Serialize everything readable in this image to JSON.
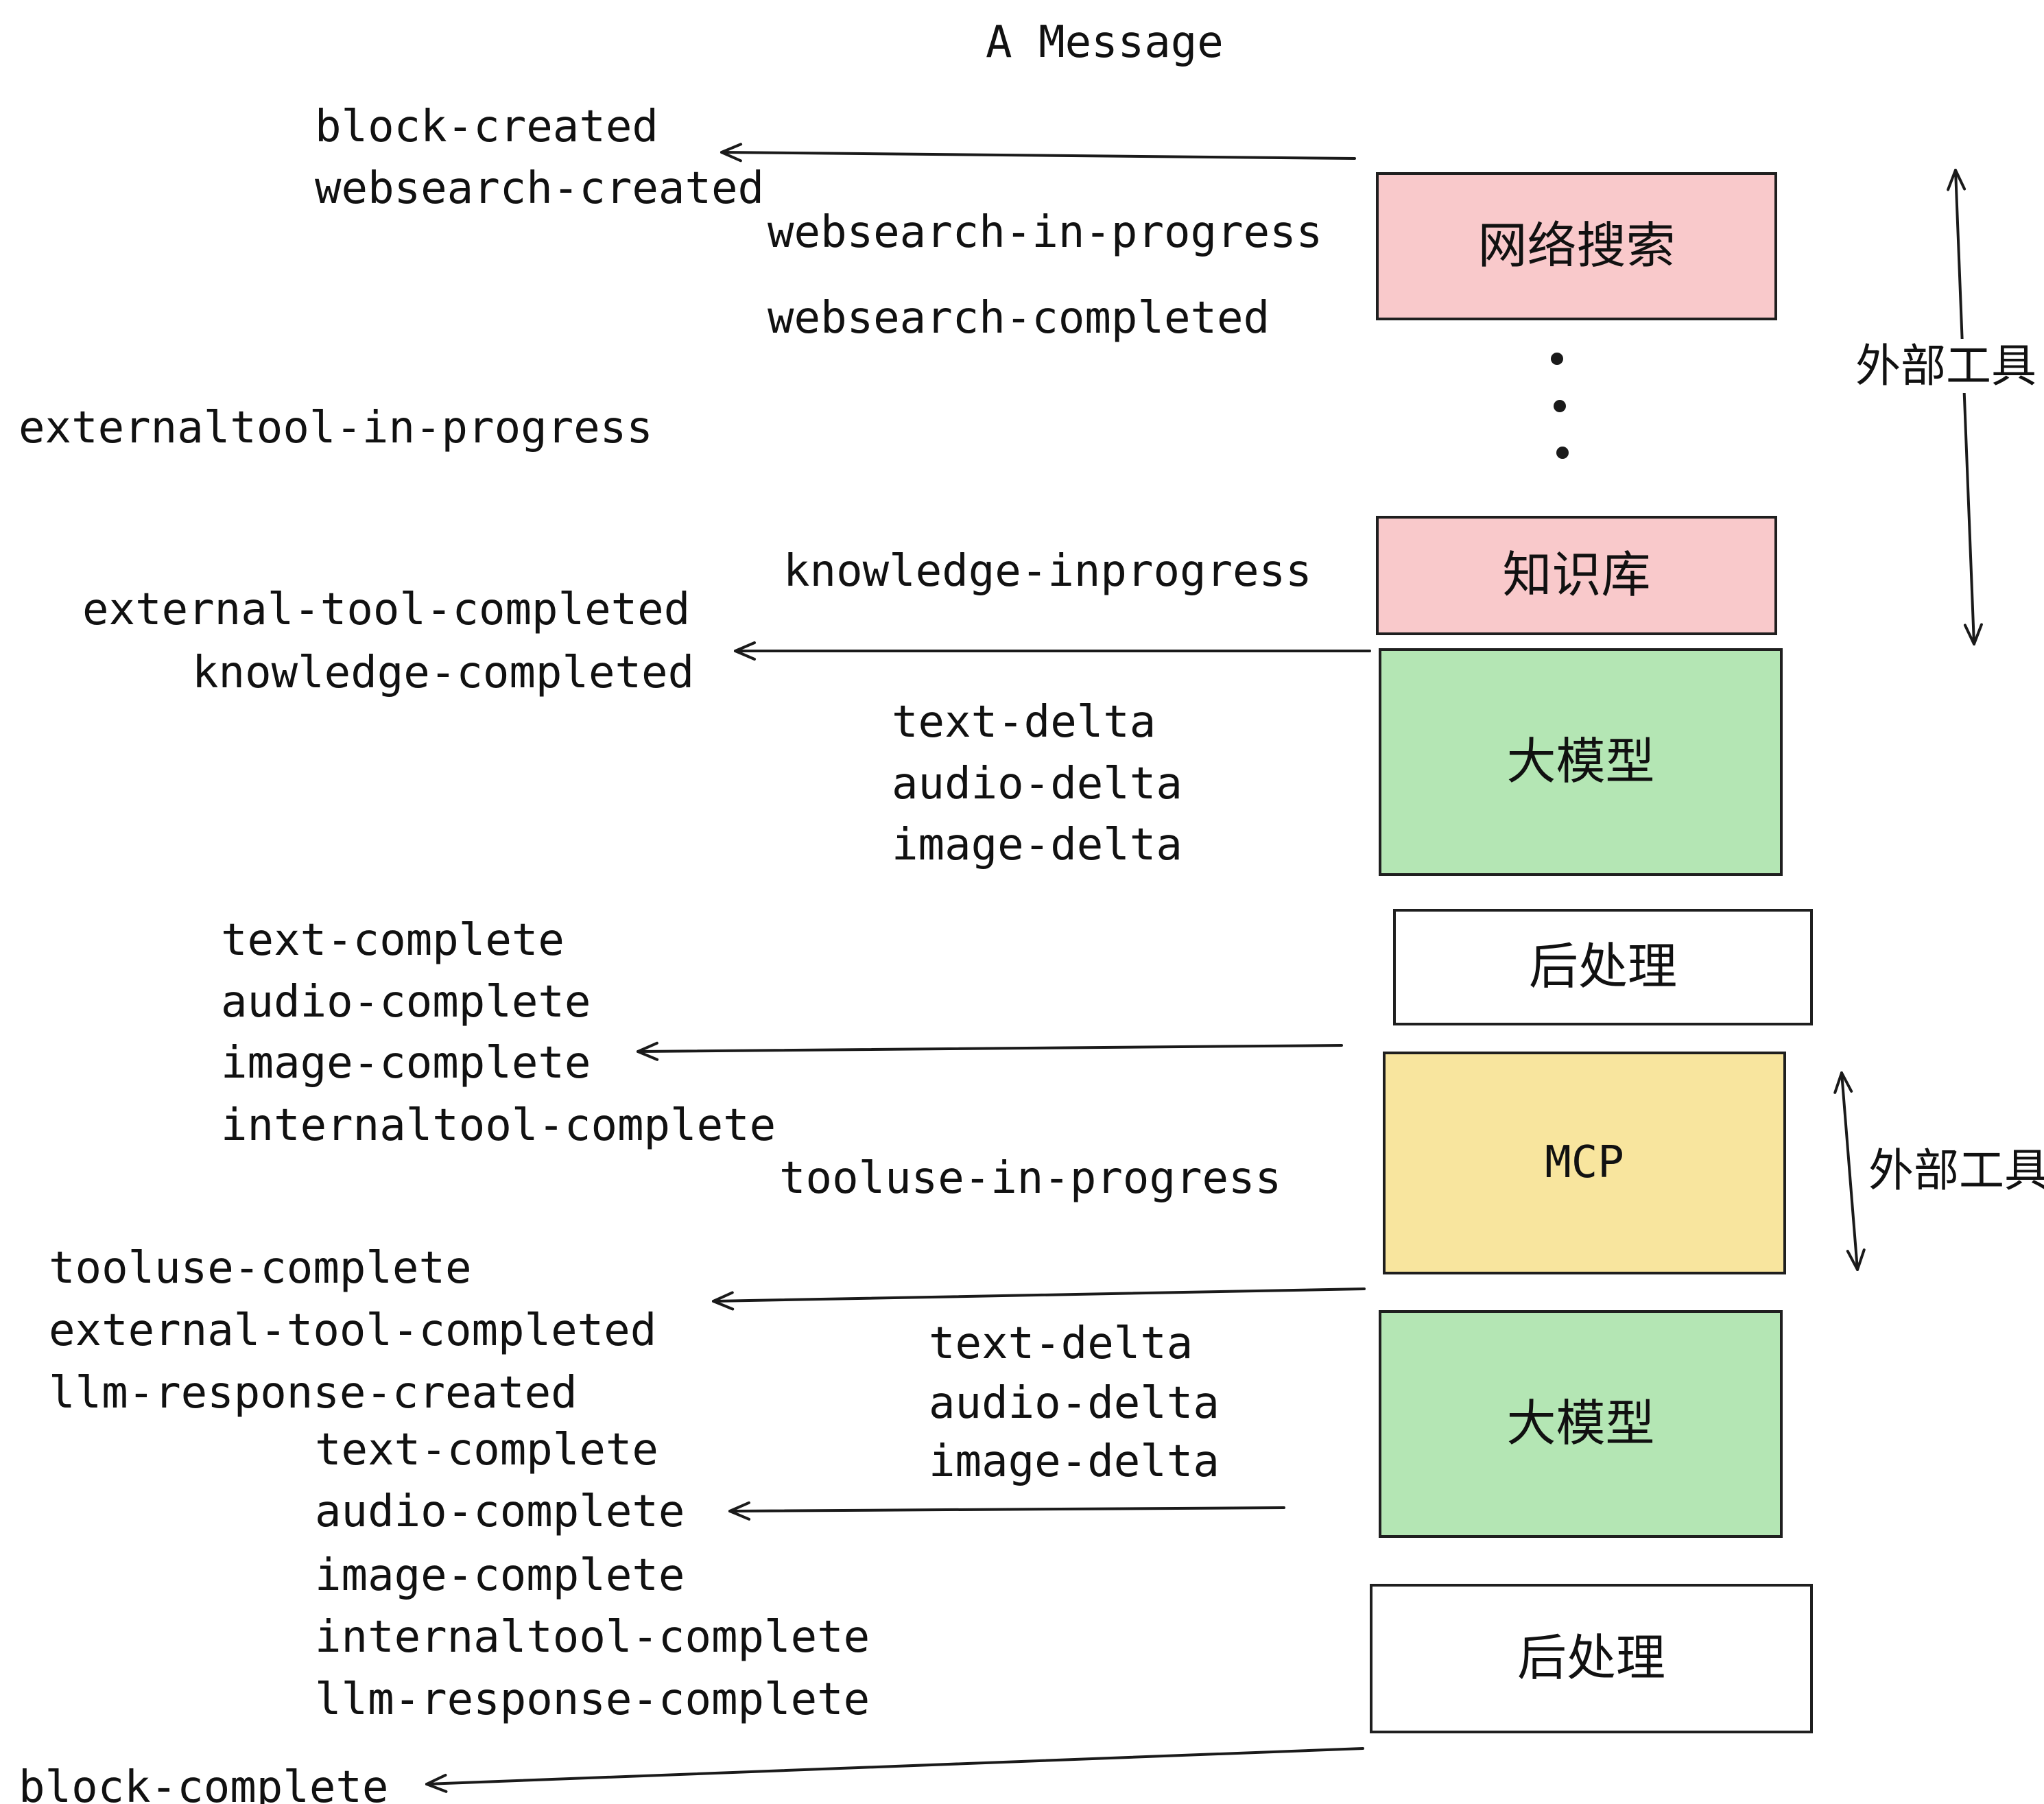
{
  "title": "A Message",
  "boxes": {
    "websearch": {
      "label": "网络搜索",
      "bg": "#f9c9cb"
    },
    "knowledge": {
      "label": "知识库",
      "bg": "#f9c9cb"
    },
    "llm_top": {
      "label": "大模型",
      "bg": "#b4e6b4"
    },
    "post_top": {
      "label": "后处理",
      "bg": "#ffffff"
    },
    "mcp": {
      "label": "MCP",
      "bg": "#f8e59e"
    },
    "llm_bottom": {
      "label": "大模型",
      "bg": "#b4e6b4"
    },
    "post_bottom": {
      "label": "后处理",
      "bg": "#ffffff"
    }
  },
  "side_labels": {
    "external_tools_top": "外部工具",
    "external_tools_bottom": "外部工具"
  },
  "events": {
    "block_created": "block-created",
    "websearch_created": "websearch-created",
    "websearch_in_progress": "websearch-in-progress",
    "websearch_completed": "websearch-completed",
    "externaltool_in_progress": "externaltool-in-progress",
    "knowledge_inprogress": "knowledge-inprogress",
    "external_tool_completed_1": "external-tool-completed",
    "knowledge_completed": "knowledge-completed",
    "text_delta_1": "text-delta",
    "audio_delta_1": "audio-delta",
    "image_delta_1": "image-delta",
    "text_complete_1": "text-complete",
    "audio_complete_1": "audio-complete",
    "image_complete_1": "image-complete",
    "internaltool_complete_1": "internaltool-complete",
    "tooluse_in_progress": "tooluse-in-progress",
    "tooluse_complete": "tooluse-complete",
    "external_tool_completed_2": "external-tool-completed",
    "llm_response_created": "llm-response-created",
    "text_delta_2": "text-delta",
    "audio_delta_2": "audio-delta",
    "image_delta_2": "image-delta",
    "text_complete_2": "text-complete",
    "audio_complete_2": "audio-complete",
    "image_complete_2": "image-complete",
    "internaltool_complete_2": "internaltool-complete",
    "llm_response_complete": "llm-response-complete",
    "block_complete": "block-complete"
  },
  "colors": {
    "pink_box": "#f9c9cb",
    "green_box": "#b4e6b4",
    "yellow_box": "#f8e59e",
    "white_box": "#ffffff",
    "line": "#1a1a1a",
    "text": "#111111",
    "background": "#ffffff"
  }
}
